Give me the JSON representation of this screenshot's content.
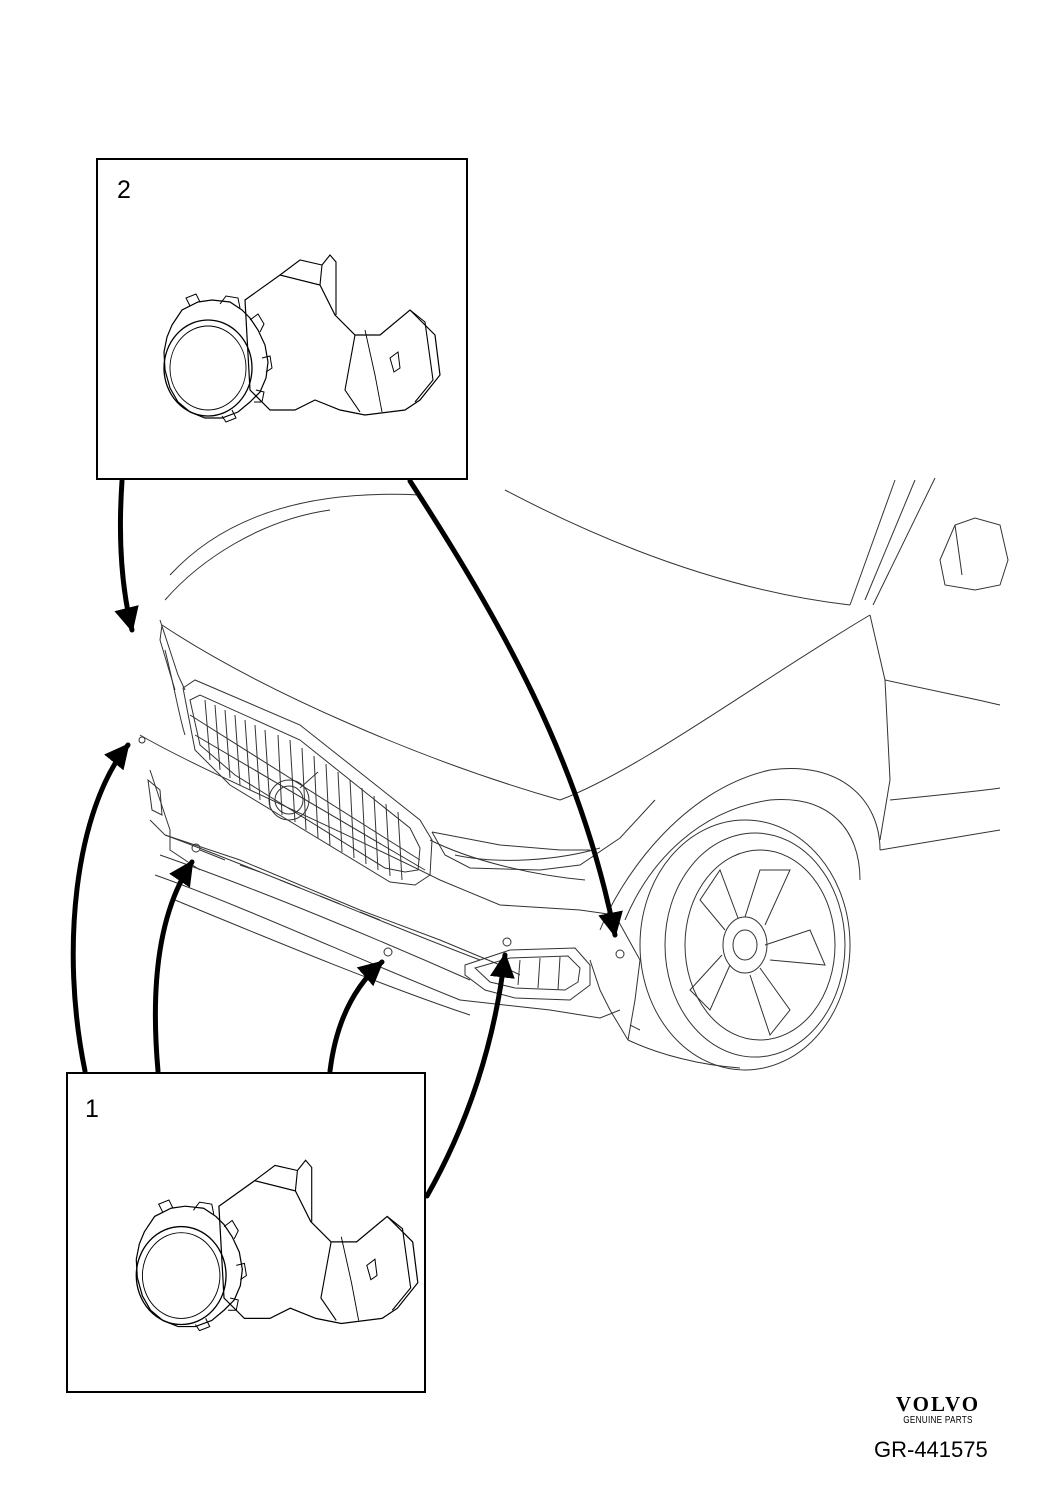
{
  "callouts": [
    {
      "number": "2"
    },
    {
      "number": "1"
    }
  ],
  "brand": {
    "name": "VOLVO",
    "subtitle": "GENUINE PARTS"
  },
  "drawing_number": "GR-441575",
  "colors": {
    "line": "#000000",
    "light_line": "#555555",
    "background": "#ffffff"
  }
}
